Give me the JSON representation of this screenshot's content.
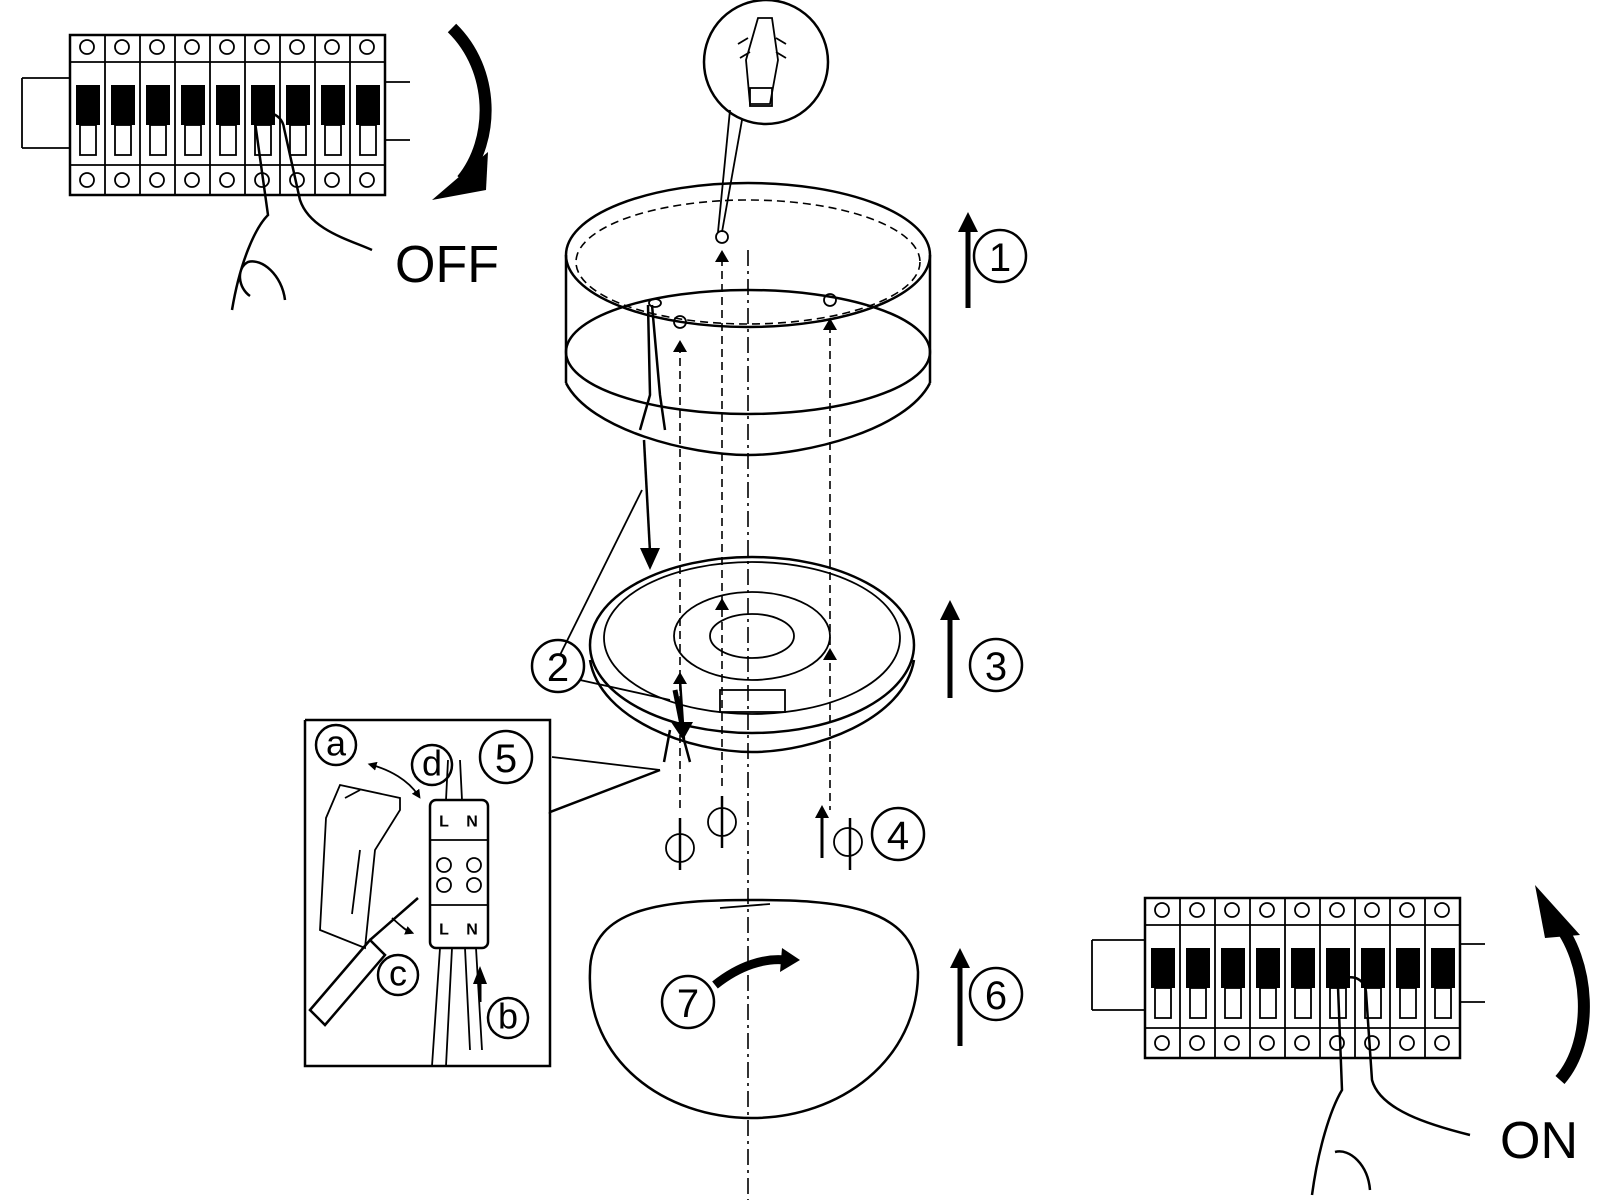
{
  "labels": {
    "off": "OFF",
    "on": "ON"
  },
  "steps": [
    "1",
    "2",
    "3",
    "4",
    "5",
    "6",
    "7"
  ],
  "detail": {
    "a": "a",
    "b": "b",
    "c": "c",
    "d": "d",
    "terminal_left": "L",
    "terminal_right": "N"
  },
  "colors": {
    "ink": "#000000",
    "background": "#ffffff"
  }
}
